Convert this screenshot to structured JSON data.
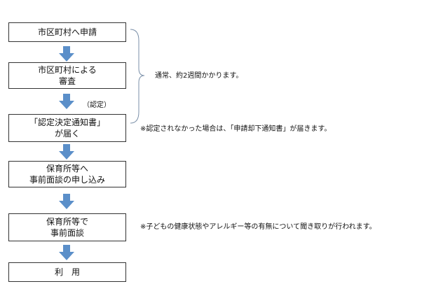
{
  "steps": [
    {
      "label": "市区町村へ申請"
    },
    {
      "label": "市区町村による\n審査"
    },
    {
      "label": "「認定決定通知書」\nが届く"
    },
    {
      "label": "保育所等へ\n事前面談の申し込み"
    },
    {
      "label": "保育所等で\n事前面談"
    },
    {
      "label": "利　用"
    }
  ],
  "arrow_label": "（認定）",
  "notes": {
    "duration": "通常、約2週間かかります。",
    "rejected": "※認定されなかった場合は、「申請却下通知書」が届きます。",
    "interview": "※子どもの健康状態やアレルギー等の有無について聞き取りが行われます。"
  },
  "colors": {
    "arrow": "#5b8fc9",
    "border": "#333333"
  }
}
